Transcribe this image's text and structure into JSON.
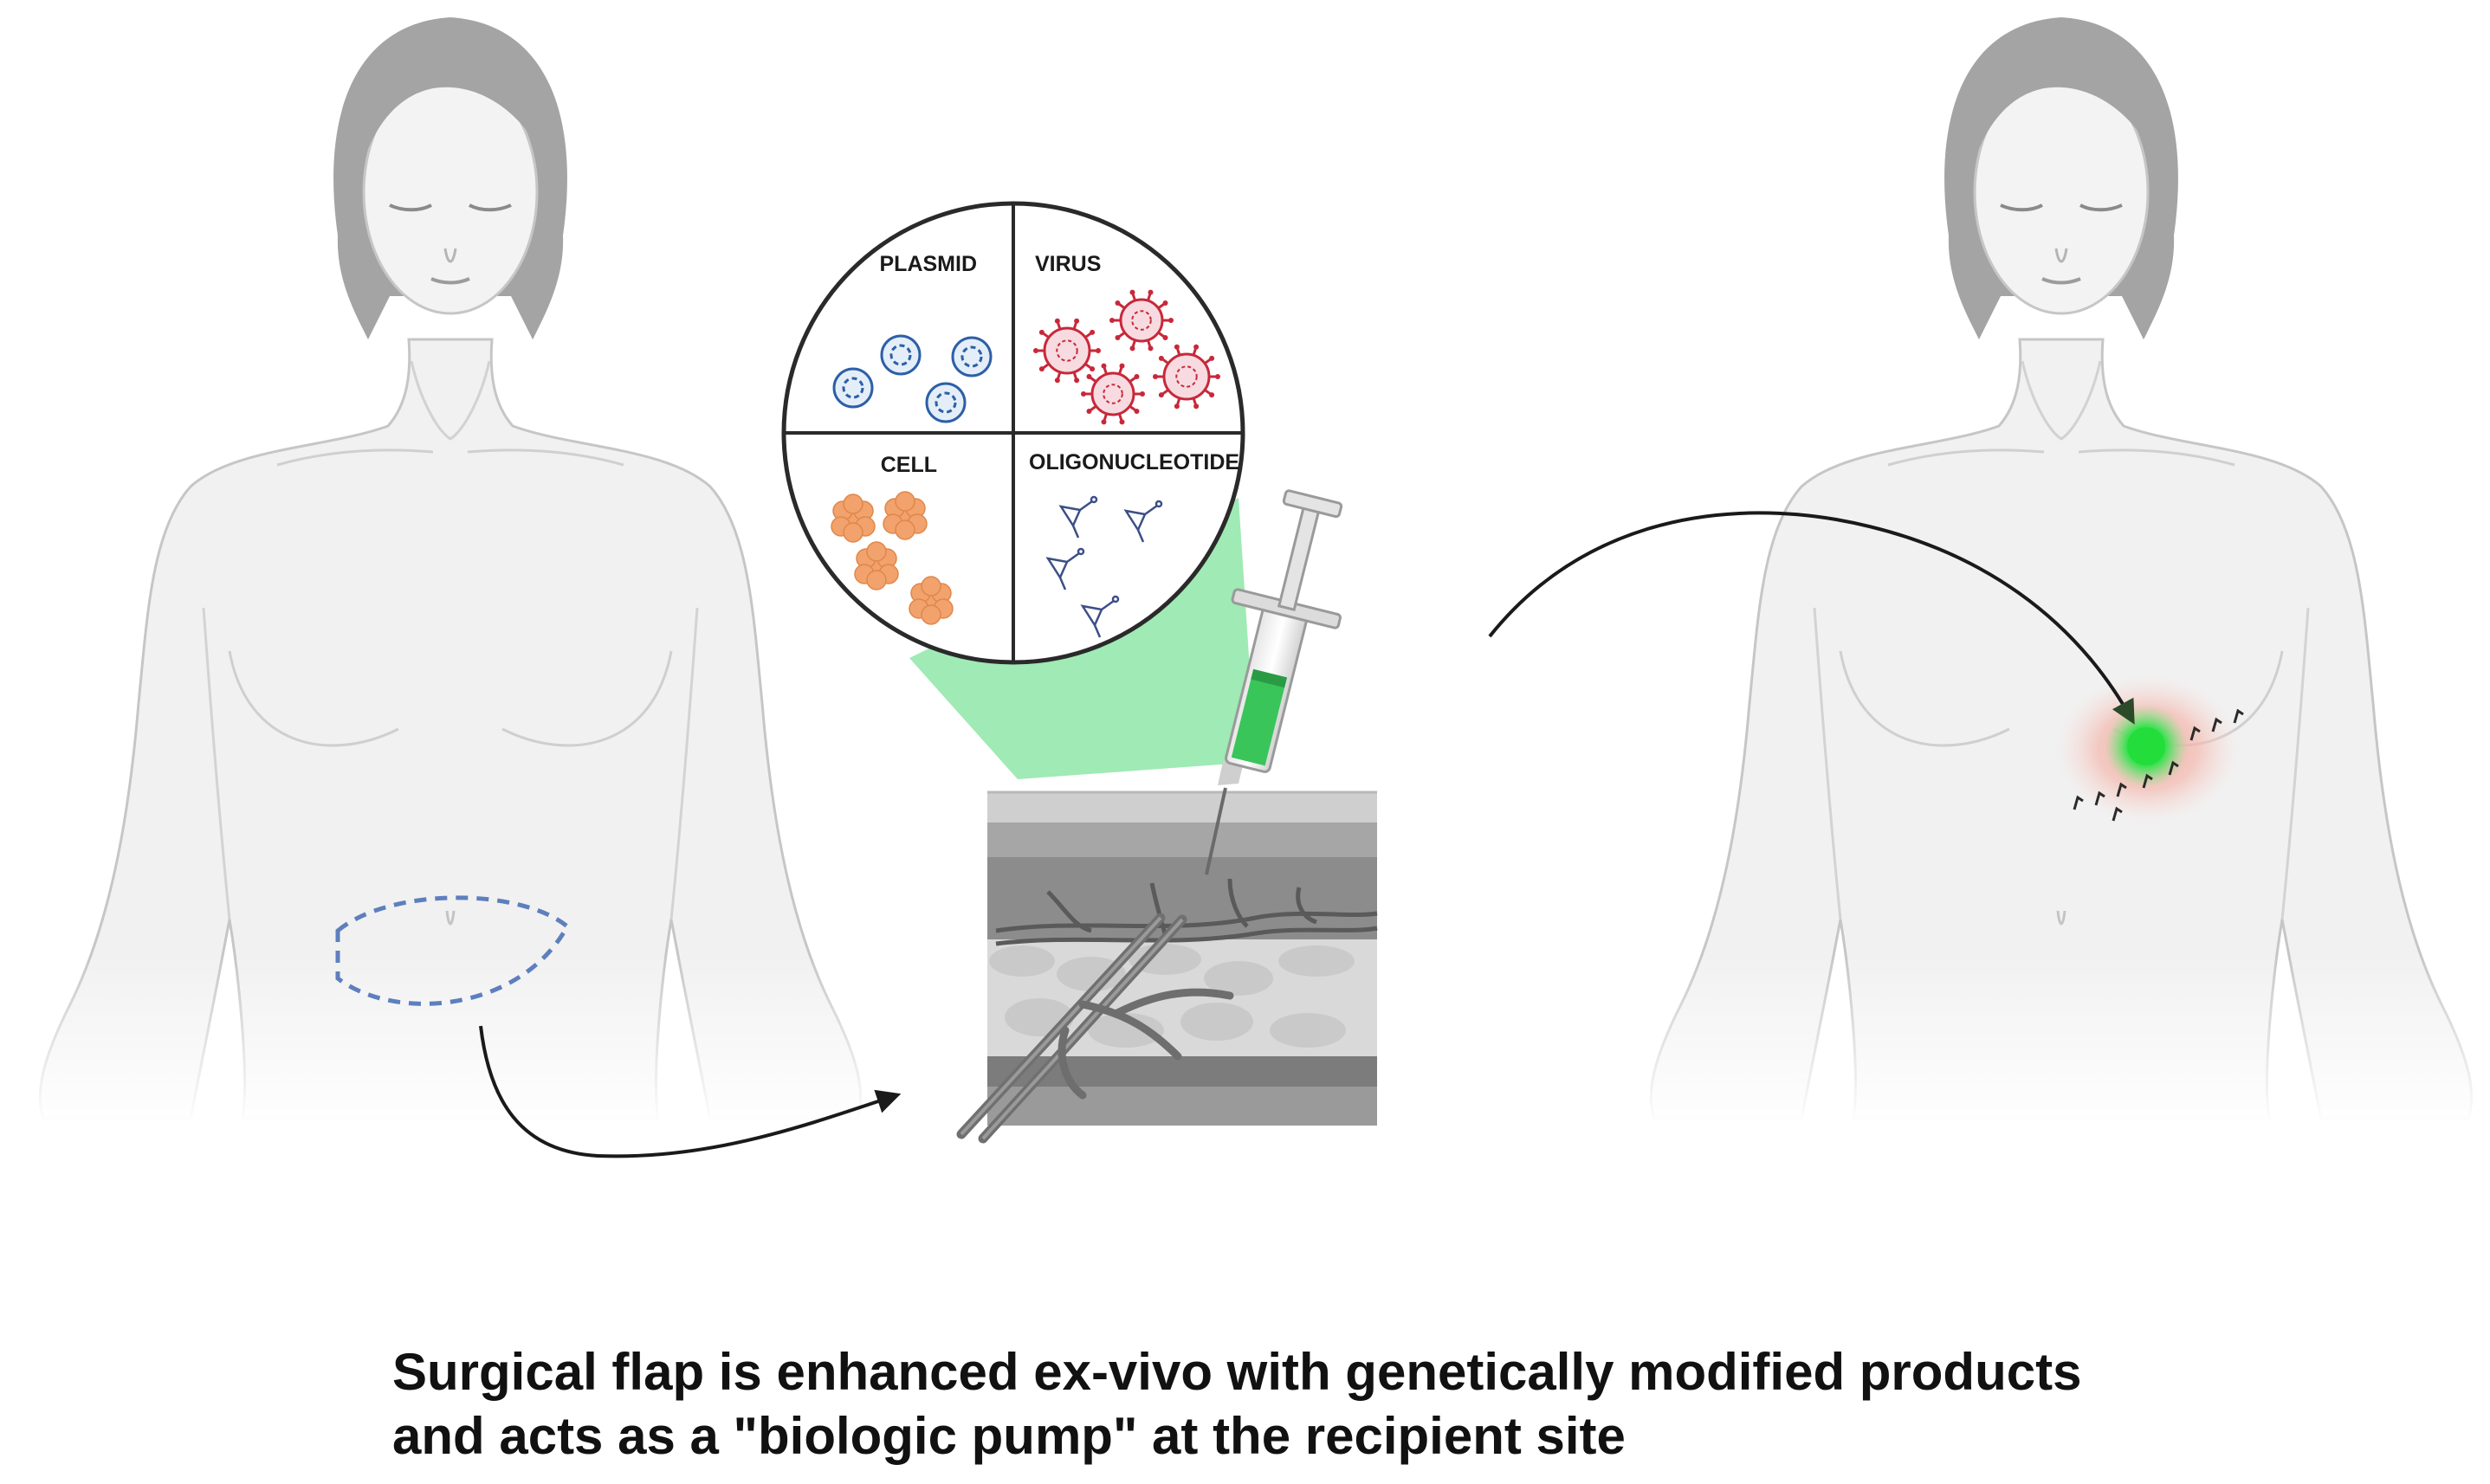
{
  "panels": [
    {
      "id": "donor",
      "figure": "female-torso-front",
      "marking": "dashed-elliptical-abdominal-flap-outline"
    },
    {
      "id": "ex-vivo",
      "figure": "skin-tissue-block-with-syringe-injection",
      "inset": "magnified-circle-four-quadrants"
    },
    {
      "id": "recipient",
      "figure": "female-torso-front",
      "marking": "glowing-green-implant-at-right-breast-with-sutures"
    }
  ],
  "quadrants": [
    {
      "label": "PLASMID",
      "icon": "plasmid-icon",
      "color": "#2d5fa8"
    },
    {
      "label": "VIRUS",
      "icon": "virus-icon",
      "color": "#c8283a"
    },
    {
      "label": "CELL",
      "icon": "cell-cluster-icon",
      "color": "#f2a26c"
    },
    {
      "label": "OLIGONUCLEOTIDE",
      "icon": "oligonucleotide-icon",
      "color": "#3c4f86"
    }
  ],
  "colors": {
    "skin": "#f1f1f1",
    "skin_outline": "#c8c8c8",
    "hair": "#a4a4a4",
    "flap_outline": "#5e7fbe",
    "arrow": "#1a1a1a",
    "magnifier_beam": "#8ee6a8",
    "syringe_fluid": "#39c55a",
    "implant_glow": "#28e040",
    "implant_halo": "#f2b8ae",
    "tissue_gray": "#9a9a9a"
  },
  "caption": {
    "line1": "Surgical flap is enhanced ex-vivo with genetically modified products",
    "line2": "and acts as a \"biologic pump\" at the recipient site"
  }
}
